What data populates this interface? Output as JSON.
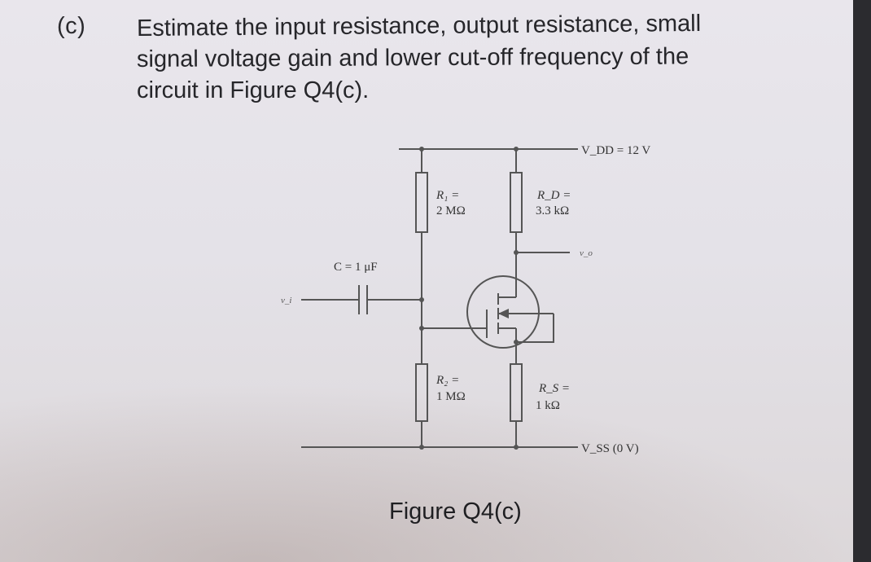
{
  "question": {
    "label": "(c)",
    "lines": [
      "Estimate the input resistance, output resistance, small",
      "signal voltage gain and lower cut-off frequency of the",
      "circuit in Figure Q4(c)."
    ]
  },
  "circuit": {
    "vdd": "V_DD = 12 V",
    "r1_name": "R₁ =",
    "r1_value": "2 MΩ",
    "rd_name": "R_D =",
    "rd_value": "3.3 kΩ",
    "vo": "v_o",
    "c_label": "C = 1 μF",
    "vi": "v_i",
    "r2_name": "R₂ =",
    "r2_value": "1 MΩ",
    "rs_name": "R_S =",
    "rs_value": "1 kΩ",
    "vss": "V_SS (0 V)"
  },
  "figure_caption": "Figure Q4(c)"
}
